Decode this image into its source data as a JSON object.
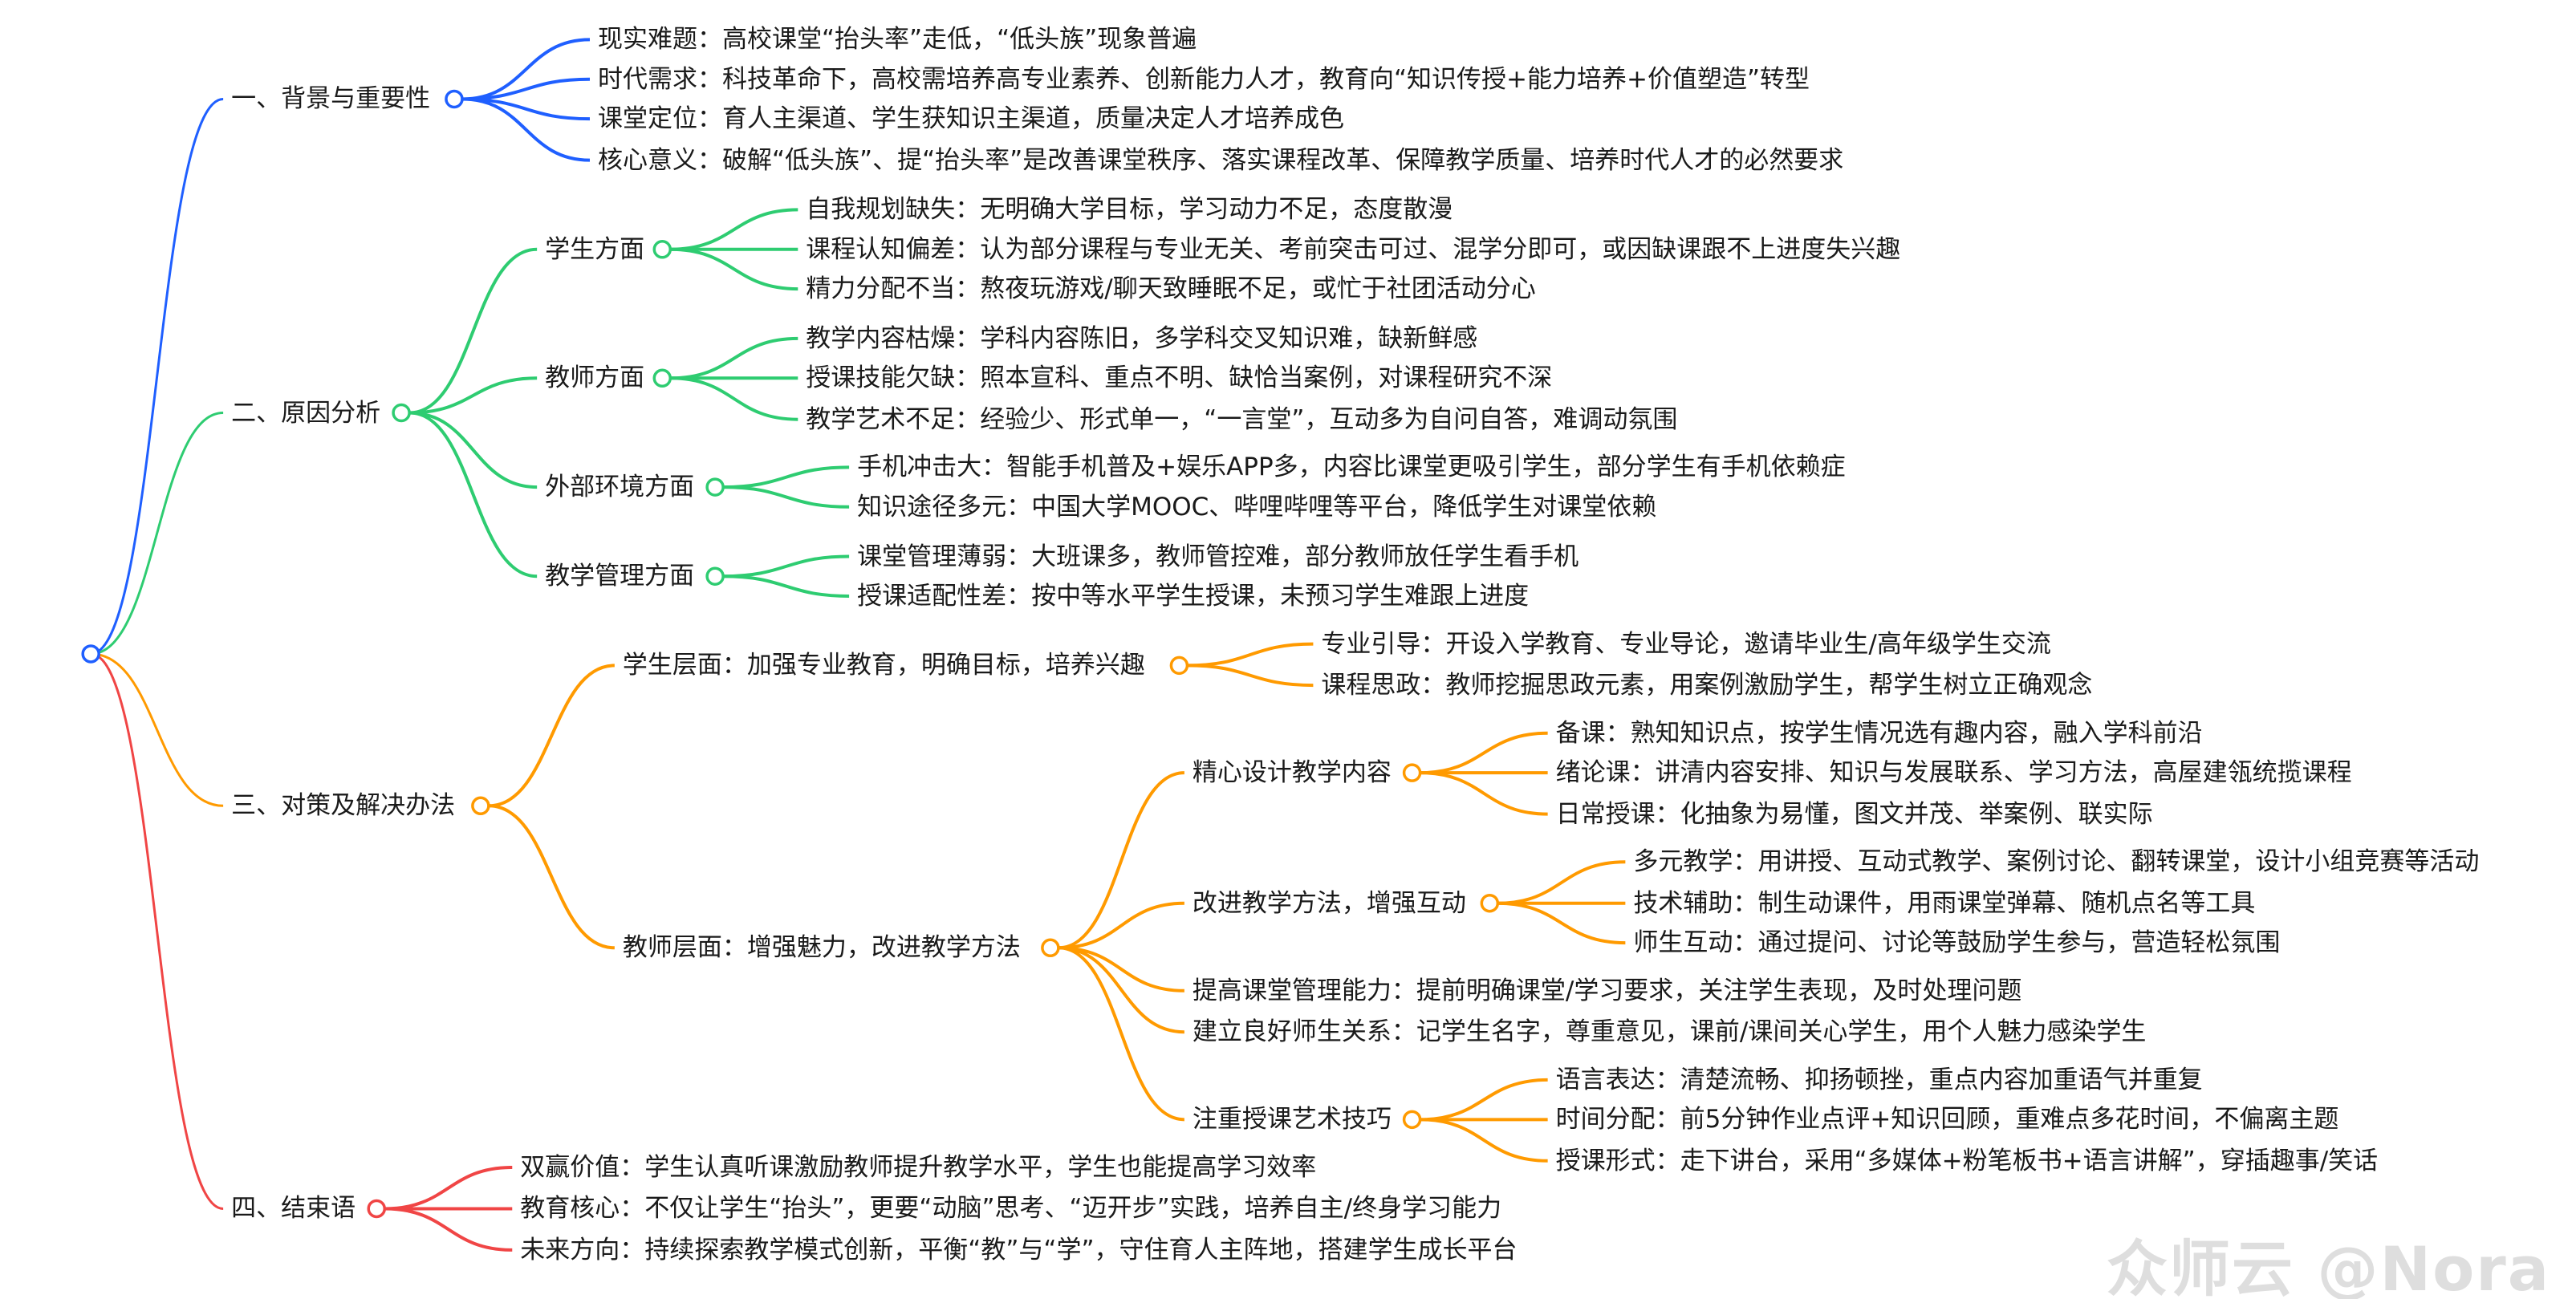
{
  "colors": {
    "branch1": "#1f5fff",
    "branch2": "#2ecc71",
    "branch3": "#ff9a00",
    "branch4": "#f04545",
    "root": "#1f5fff"
  },
  "mindmap": {
    "children": [
      {
        "label": "一、背景与重要性",
        "children": [
          {
            "label": "现实难题：高校课堂“抬头率”走低，“低头族”现象普遍"
          },
          {
            "label": "时代需求：科技革命下，高校需培养高专业素养、创新能力人才，教育向“知识传授+能力培养+价值塑造”转型"
          },
          {
            "label": "课堂定位：育人主渠道、学生获知识主渠道，质量决定人才培养成色"
          },
          {
            "label": "核心意义：破解“低头族”、提“抬头率”是改善课堂秩序、落实课程改革、保障教学质量、培养时代人才的必然要求"
          }
        ]
      },
      {
        "label": "二、原因分析",
        "children": [
          {
            "label": "学生方面",
            "children": [
              {
                "label": "自我规划缺失：无明确大学目标，学习动力不足，态度散漫"
              },
              {
                "label": "课程认知偏差：认为部分课程与专业无关、考前突击可过、混学分即可，或因缺课跟不上进度失兴趣"
              },
              {
                "label": "精力分配不当：熬夜玩游戏/聊天致睡眠不足，或忙于社团活动分心"
              }
            ]
          },
          {
            "label": "教师方面",
            "children": [
              {
                "label": "教学内容枯燥：学科内容陈旧，多学科交叉知识难，缺新鲜感"
              },
              {
                "label": "授课技能欠缺：照本宣科、重点不明、缺恰当案例，对课程研究不深"
              },
              {
                "label": "教学艺术不足：经验少、形式单一，“一言堂”，互动多为自问自答，难调动氛围"
              }
            ]
          },
          {
            "label": "外部环境方面",
            "children": [
              {
                "label": "手机冲击大：智能手机普及+娱乐APP多，内容比课堂更吸引学生，部分学生有手机依赖症"
              },
              {
                "label": "知识途径多元：中国大学MOOC、哔哩哔哩等平台，降低学生对课堂依赖"
              }
            ]
          },
          {
            "label": "教学管理方面",
            "children": [
              {
                "label": "课堂管理薄弱：大班课多，教师管控难，部分教师放任学生看手机"
              },
              {
                "label": "授课适配性差：按中等水平学生授课，未预习学生难跟上进度"
              }
            ]
          }
        ]
      },
      {
        "label": "三、对策及解决办法",
        "children": [
          {
            "label": "学生层面：加强专业教育，明确目标，培养兴趣",
            "children": [
              {
                "label": "专业引导：开设入学教育、专业导论，邀请毕业生/高年级学生交流"
              },
              {
                "label": "课程思政：教师挖掘思政元素，用案例激励学生，帮学生树立正确观念"
              }
            ]
          },
          {
            "label": "教师层面：增强魅力，改进教学方法",
            "children": [
              {
                "label": "精心设计教学内容",
                "children": [
                  {
                    "label": "备课：熟知知识点，按学生情况选有趣内容，融入学科前沿"
                  },
                  {
                    "label": "绪论课：讲清内容安排、知识与发展联系、学习方法，高屋建瓴统揽课程"
                  },
                  {
                    "label": "日常授课：化抽象为易懂，图文并茂、举案例、联实际"
                  }
                ]
              },
              {
                "label": "改进教学方法，增强互动",
                "children": [
                  {
                    "label": "多元教学：用讲授、互动式教学、案例讨论、翻转课堂，设计小组竞赛等活动"
                  },
                  {
                    "label": "技术辅助：制生动课件，用雨课堂弹幕、随机点名等工具"
                  },
                  {
                    "label": "师生互动：通过提问、讨论等鼓励学生参与，营造轻松氛围"
                  }
                ]
              },
              {
                "label": "提高课堂管理能力：提前明确课堂/学习要求，关注学生表现，及时处理问题"
              },
              {
                "label": "建立良好师生关系：记学生名字，尊重意见，课前/课间关心学生，用个人魅力感染学生"
              },
              {
                "label": "注重授课艺术技巧",
                "children": [
                  {
                    "label": "语言表达：清楚流畅、抑扬顿挫，重点内容加重语气并重复"
                  },
                  {
                    "label": "时间分配：前5分钟作业点评+知识回顾，重难点多花时间，不偏离主题"
                  },
                  {
                    "label": "授课形式：走下讲台，采用“多媒体+粉笔板书+语言讲解”，穿插趣事/笑话"
                  }
                ]
              }
            ]
          }
        ]
      },
      {
        "label": "四、结束语",
        "children": [
          {
            "label": "双赢价值：学生认真听课激励教师提升教学水平，学生也能提高学习效率"
          },
          {
            "label": "教育核心：不仅让学生“抬头”，更要“动脑”思考、“迈开步”实践，培养自主/终身学习能力"
          },
          {
            "label": "未来方向：持续探索教学模式创新，平衡“教”与“学”，守住育人主阵地，搭建学生成长平台"
          }
        ]
      }
    ]
  },
  "watermark": "众师云 @Nora"
}
